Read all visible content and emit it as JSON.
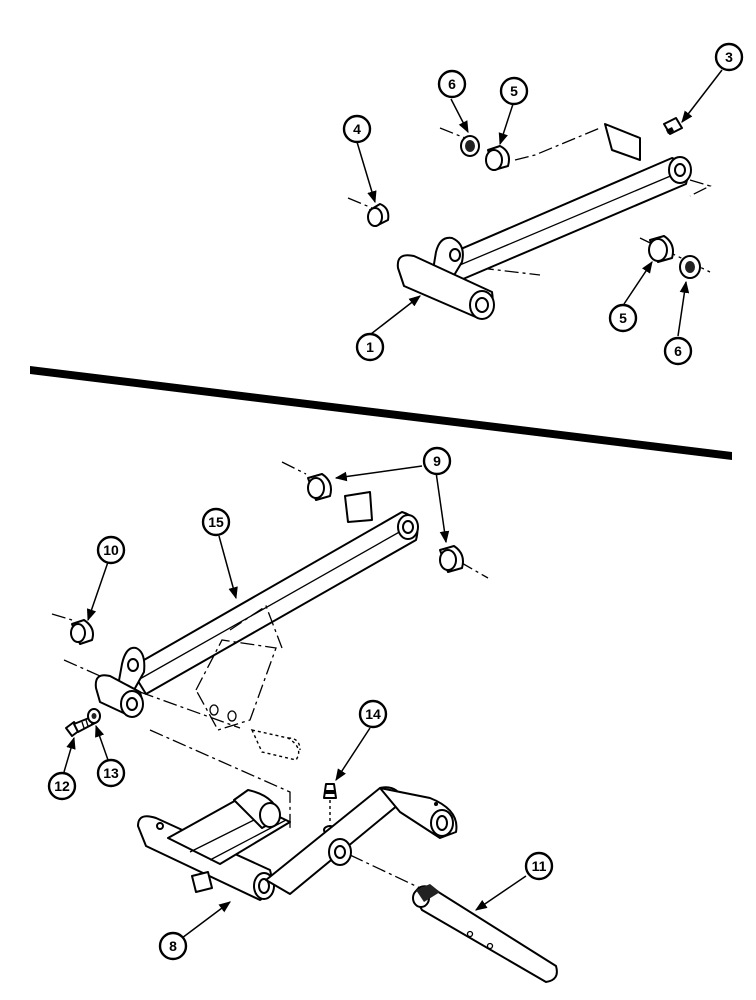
{
  "callouts": [
    {
      "id": "c1",
      "label": "1"
    },
    {
      "id": "c3",
      "label": "3"
    },
    {
      "id": "c4",
      "label": "4"
    },
    {
      "id": "c5a",
      "label": "5"
    },
    {
      "id": "c5b",
      "label": "5"
    },
    {
      "id": "c6a",
      "label": "6"
    },
    {
      "id": "c6b",
      "label": "6"
    },
    {
      "id": "c8",
      "label": "8"
    },
    {
      "id": "c9",
      "label": "9"
    },
    {
      "id": "c10",
      "label": "10"
    },
    {
      "id": "c11",
      "label": "11"
    },
    {
      "id": "c12",
      "label": "12"
    },
    {
      "id": "c13",
      "label": "13"
    },
    {
      "id": "c14",
      "label": "14"
    },
    {
      "id": "c15",
      "label": "15"
    }
  ],
  "colors": {
    "ink": "#000000",
    "paper": "#ffffff"
  }
}
